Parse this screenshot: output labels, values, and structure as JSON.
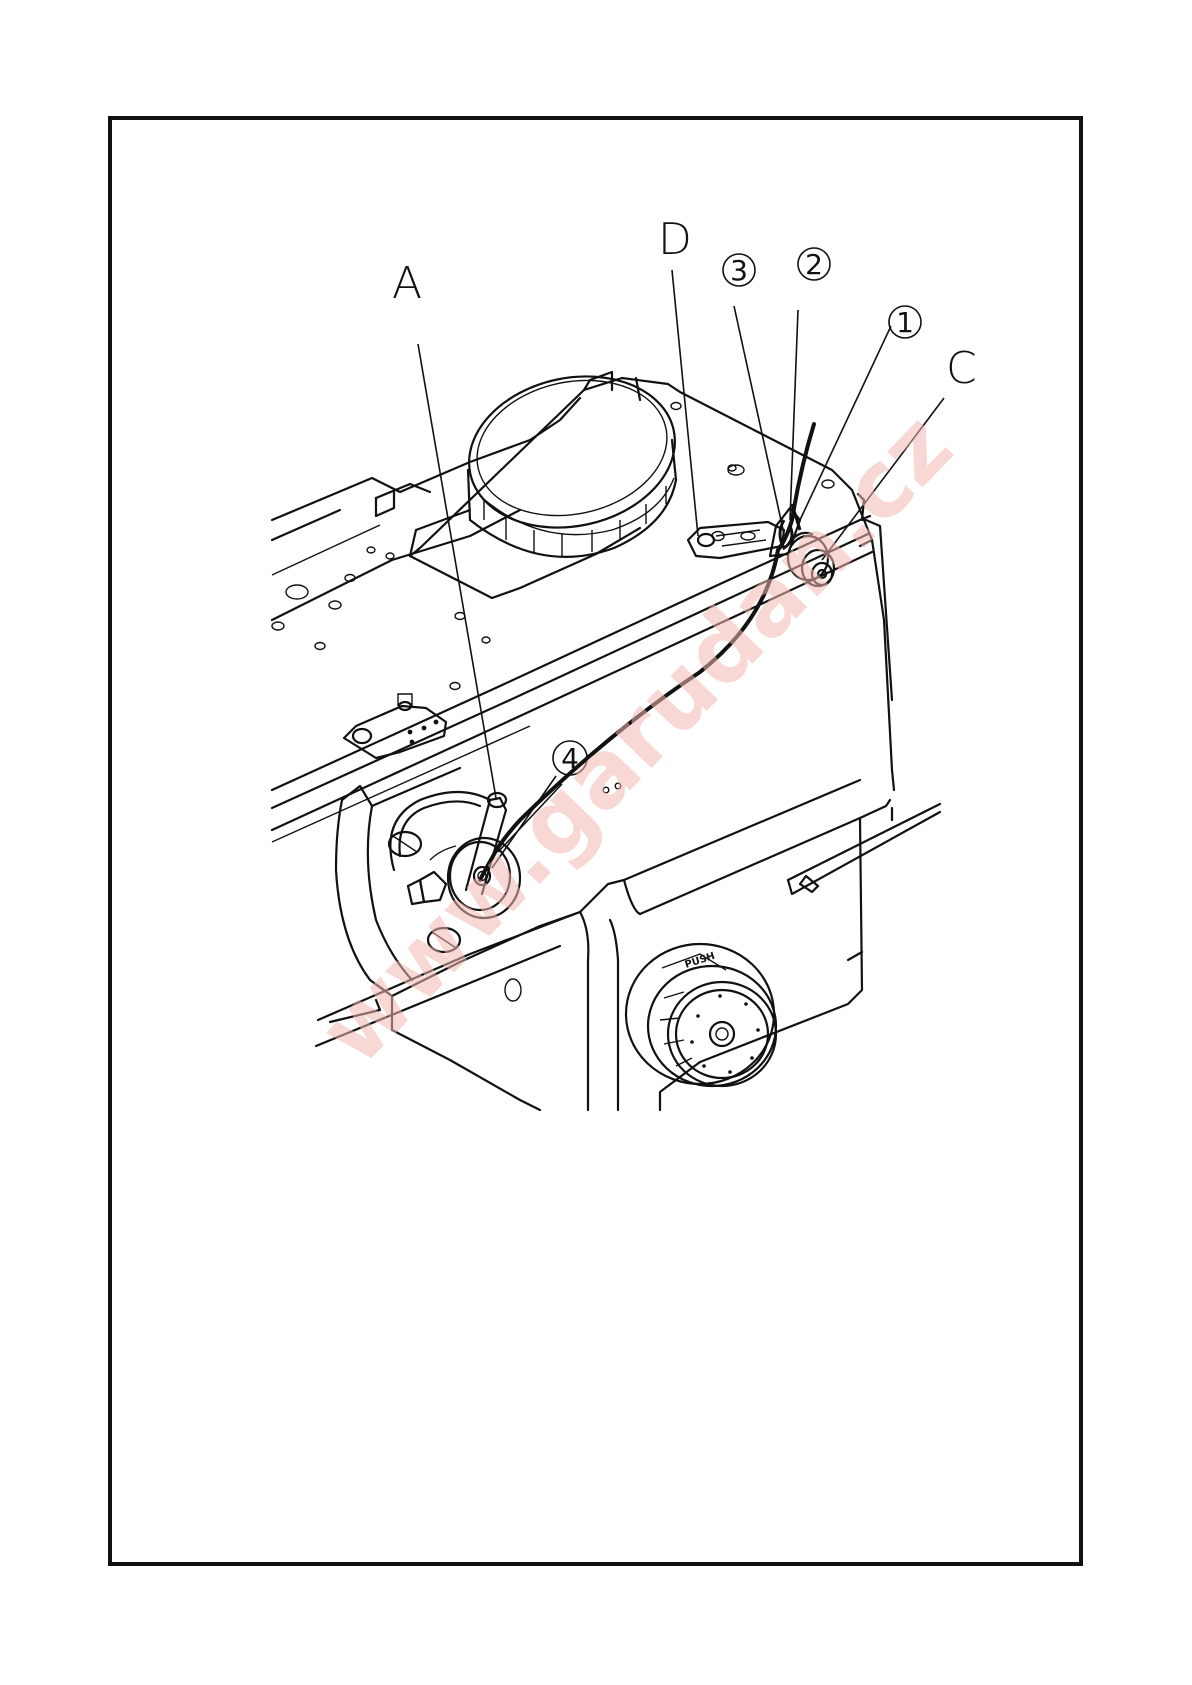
{
  "diagram": {
    "callouts": {
      "a": "A",
      "c": "C",
      "d": "D",
      "n1": "1",
      "n2": "2",
      "n3": "3",
      "n4": "4"
    },
    "dial_label": "PUSH",
    "watermark": "www.garudan.cz"
  }
}
